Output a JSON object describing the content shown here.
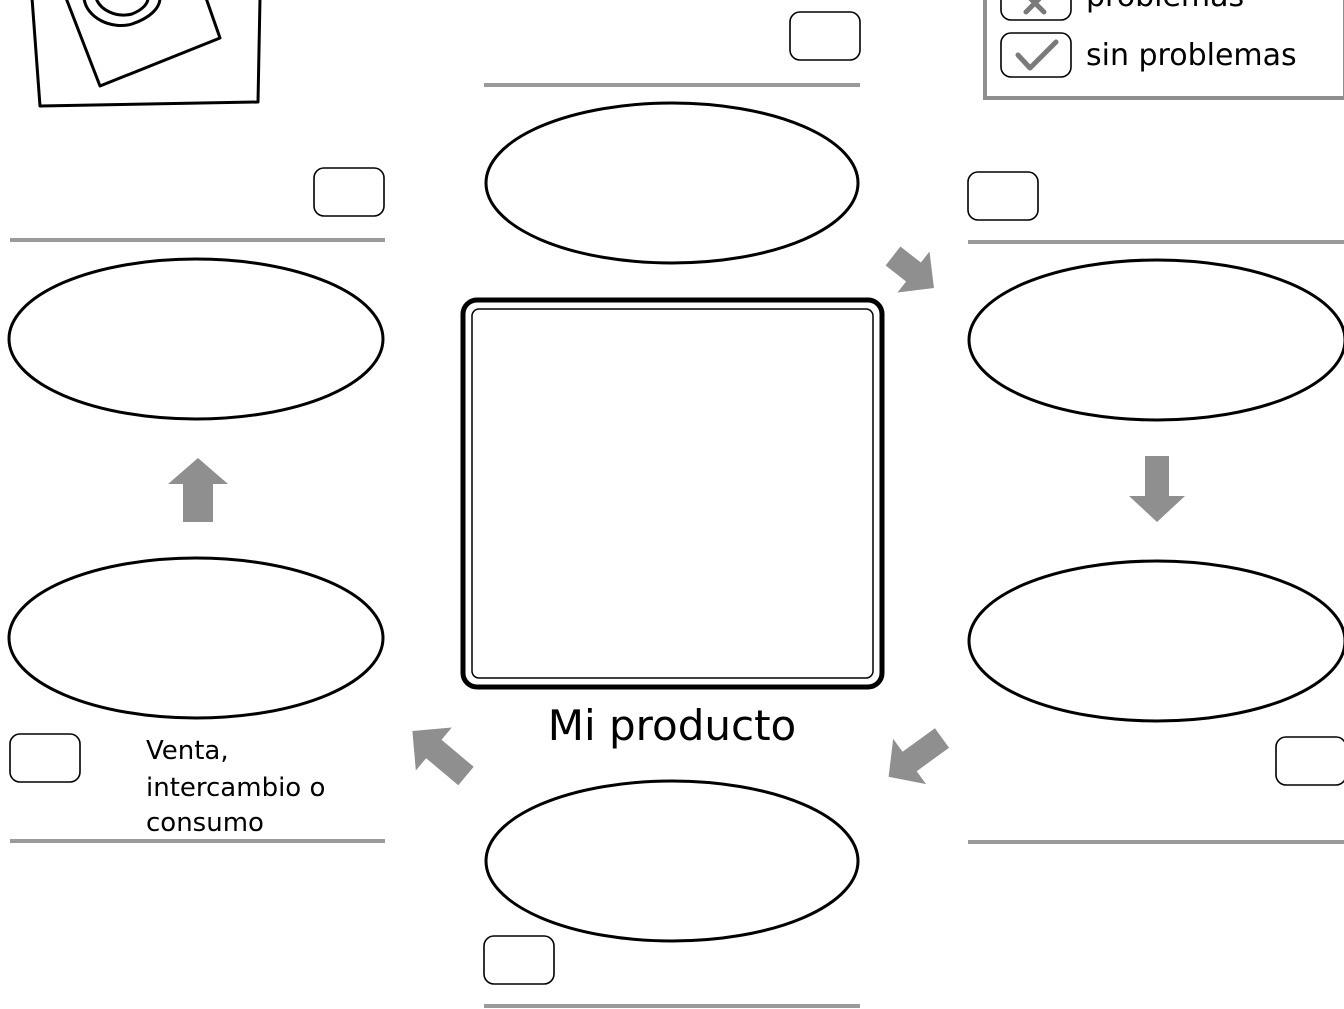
{
  "legend": {
    "problems_label": "problemas",
    "no_problems_label": "sin problemas",
    "problems_icon": "cross-icon",
    "no_problems_icon": "check-icon"
  },
  "center": {
    "caption": "Mi producto"
  },
  "stages": {
    "sale_label_lines": [
      "Venta,",
      "intercambio o",
      "consumo"
    ]
  },
  "colors": {
    "arrow": "#8f8f8f",
    "rule": "#9a9a9a",
    "outline": "#000000"
  }
}
